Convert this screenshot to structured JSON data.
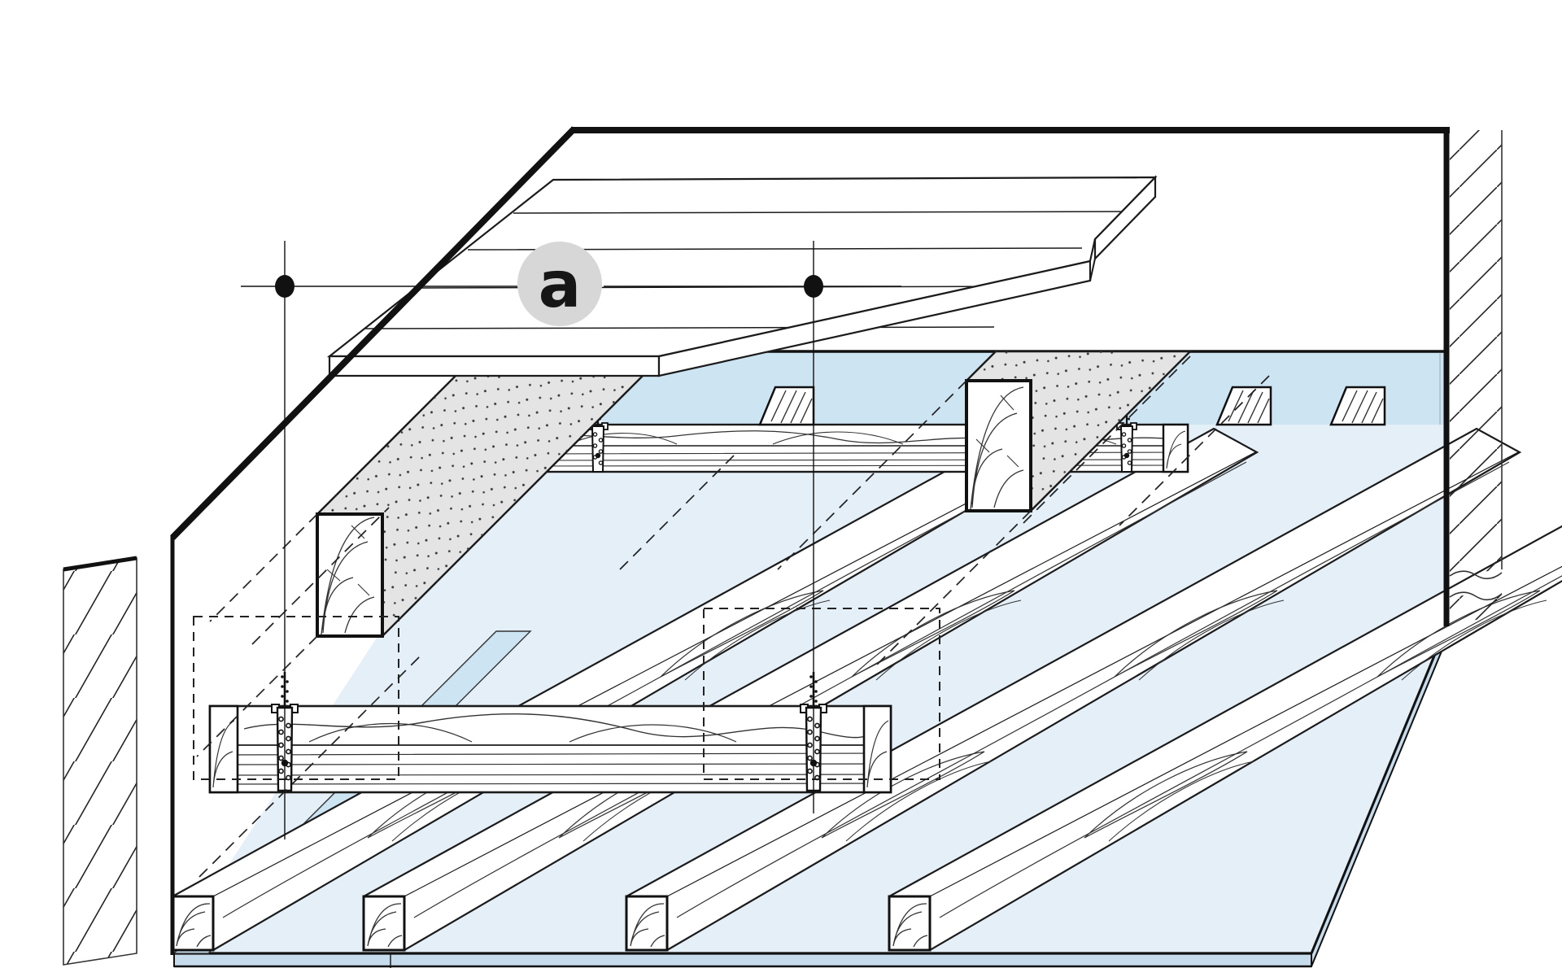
{
  "diagram": {
    "type": "construction-detail-axonometric",
    "label_a": "a"
  },
  "colors": {
    "background": "#ffffff",
    "deck_blue": "#e4eff7",
    "insulation_blue": "#cde4f2",
    "deck_edge_blue": "#c6dbeb",
    "joist_gray": "#e4e4e4",
    "stipple_dot": "#3a3a3a",
    "badge_gray": "#d7d7d7",
    "line_color": "#1b1b1b"
  },
  "annotations": {
    "marker_count": 2,
    "detail_boxes": 2
  }
}
